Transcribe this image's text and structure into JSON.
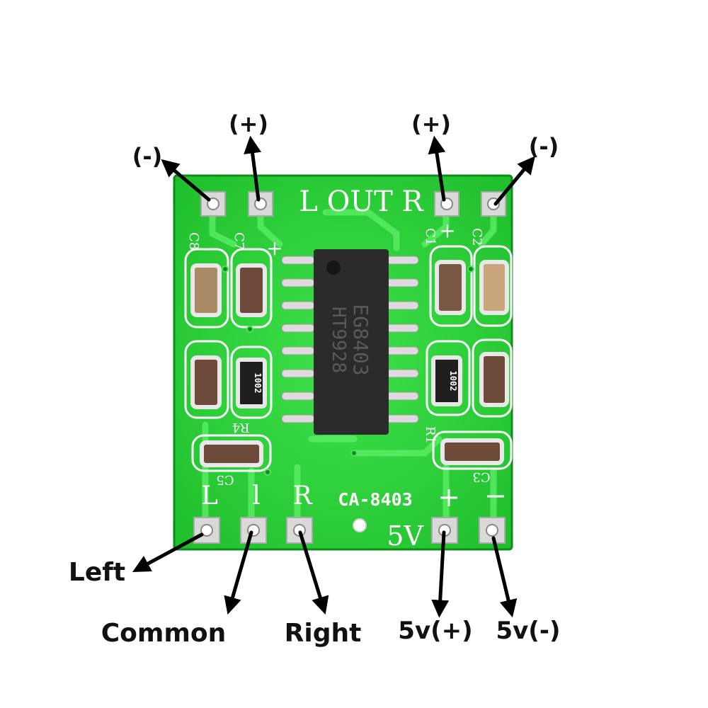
{
  "colors": {
    "pcb": "#22c832",
    "pcb_dark": "#119a22",
    "trace": "#4fe25a",
    "silkscreen": "#ffffff",
    "chip": "#2b2b2b",
    "pad": "#d9d9d9",
    "arrow": "#000000"
  },
  "board": {
    "top_label": "L OUT R",
    "bottom_labels": {
      "left": "L",
      "common": "l",
      "right": "R",
      "plus": "+",
      "minus": "−"
    },
    "model": "CA-8403",
    "voltage": "5V",
    "chip_line1": "EG8403",
    "chip_line2": "HT9928",
    "designators": {
      "c8": "C8",
      "c7": "C7",
      "c1": "C1",
      "c2": "C2",
      "c5": "C5",
      "c3": "C3",
      "r4": "R4",
      "r1": "R1"
    },
    "resistor_code": "1002",
    "cap_plus": "+"
  },
  "callouts": {
    "top_left_minus": "(-)",
    "top_left_plus": "(+)",
    "top_right_plus": "(+)",
    "top_right_minus": "(-)",
    "left": "Left",
    "common": "Common",
    "right": "Right",
    "v_plus": "5v(+)",
    "v_minus": "5v(-)"
  }
}
